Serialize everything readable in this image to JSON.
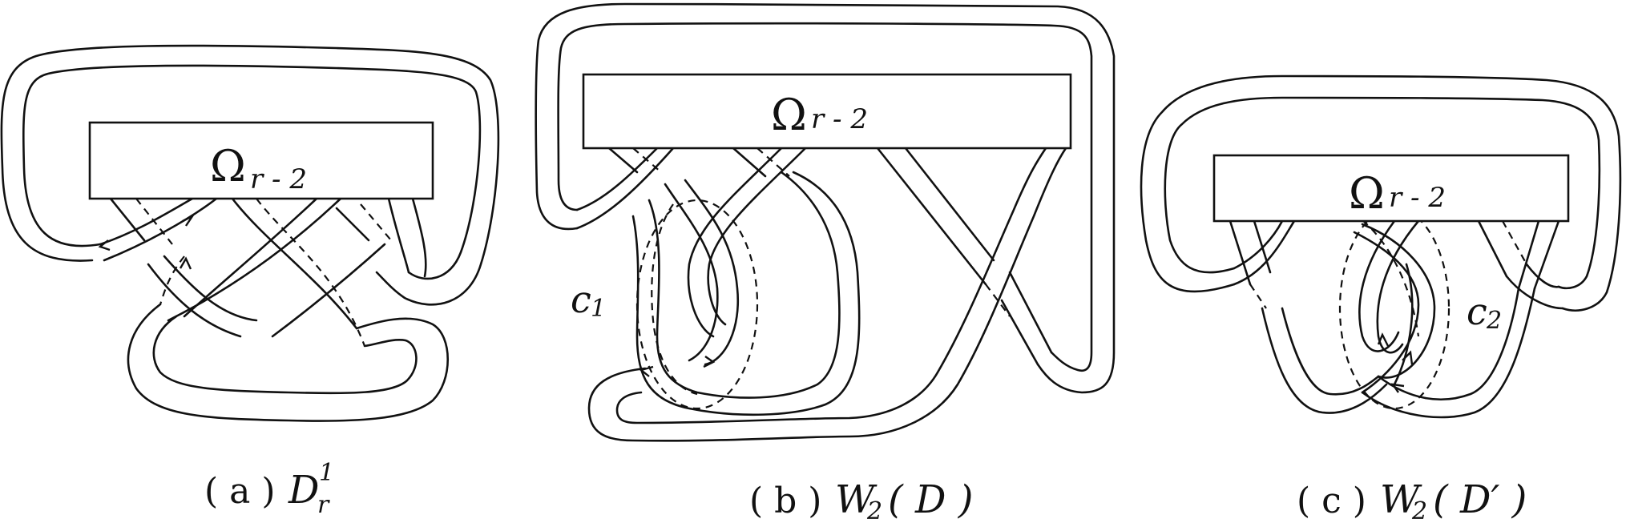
{
  "panels": [
    {
      "id": "a",
      "box_label": "Ω",
      "box_sub": "r - 2",
      "caption_prefix": "( a )",
      "caption_main": "D",
      "caption_sup": "1",
      "caption_sub": "r",
      "caption_suffix": ""
    },
    {
      "id": "b",
      "box_label": "Ω",
      "box_sub": "r - 2",
      "caption_prefix": "( b )",
      "caption_main": "W",
      "caption_sub": "2",
      "caption_suffix": "( D )",
      "curve_label": "c",
      "curve_sub": "1"
    },
    {
      "id": "c",
      "box_label": "Ω",
      "box_sub": "r - 2",
      "caption_prefix": "( c )",
      "caption_main": "W",
      "caption_sub": "2",
      "caption_suffix": "( D′ )",
      "curve_label": "c",
      "curve_sub": "2"
    }
  ]
}
